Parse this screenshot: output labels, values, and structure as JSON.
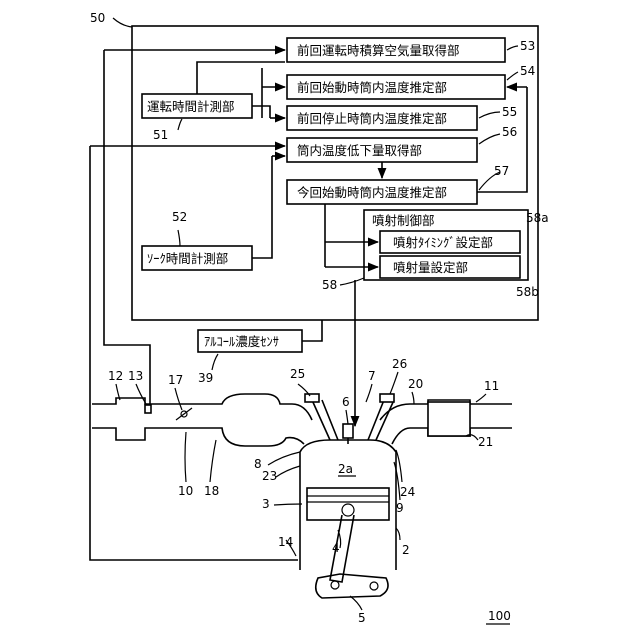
{
  "ecu": {
    "ref": "50",
    "blocks": {
      "b53": {
        "label": "前回運転時積算空気量取得部",
        "ref": "53"
      },
      "b54": {
        "label": "前回始動時筒内温度推定部",
        "ref": "54"
      },
      "b55": {
        "label": "前回停止時筒内温度推定部",
        "ref": "55"
      },
      "b56": {
        "label": "筒内温度低下量取得部",
        "ref": "56"
      },
      "b57": {
        "label": "今回始動時筒内温度推定部",
        "ref": "57"
      },
      "b51": {
        "label": "運転時間計測部",
        "ref": "51"
      },
      "b52": {
        "label": "ｿｰｸ時間計測部",
        "ref": "52"
      },
      "b58": {
        "label": "噴射制御部",
        "ref": "58",
        "ref_a": "58a",
        "ref_b": "58b"
      },
      "b58a": {
        "label": "噴射ﾀｲﾐﾝｸﾞ設定部"
      },
      "b58b": {
        "label": "噴射量設定部"
      }
    }
  },
  "sensor": {
    "label": "ｱﾙｺｰﾙ濃度ｾﾝｻ",
    "ref": "39"
  },
  "engine": {
    "refs": {
      "r2a": "2a",
      "r2": "2",
      "r3": "3",
      "r4": "4",
      "r5": "5",
      "r6": "6",
      "r7": "7",
      "r8": "8",
      "r9": "9",
      "r10": "10",
      "r11": "11",
      "r12": "12",
      "r13": "13",
      "r14": "14",
      "r17": "17",
      "r18": "18",
      "r20": "20",
      "r21": "21",
      "r23": "23",
      "r24": "24",
      "r25": "25",
      "r26": "26"
    }
  },
  "figure_ref": "100"
}
